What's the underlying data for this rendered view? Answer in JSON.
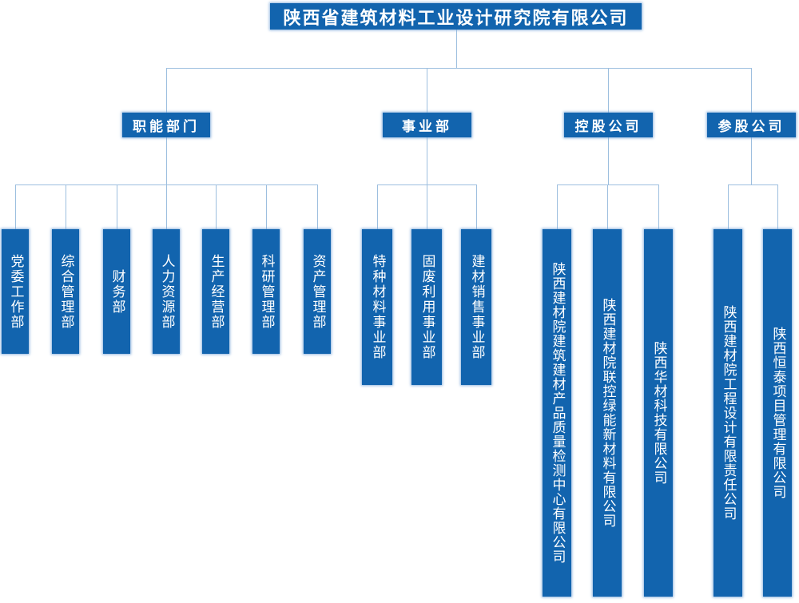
{
  "org": {
    "root": {
      "label": "陕西省建筑材料工业设计研究院有限公司"
    },
    "groups": [
      {
        "label": "职能部门",
        "children": [
          {
            "label": "党委工作部"
          },
          {
            "label": "综合管理部"
          },
          {
            "label": "财务部"
          },
          {
            "label": "人力资源部"
          },
          {
            "label": "生产经营部"
          },
          {
            "label": "科研管理部"
          },
          {
            "label": "资产管理部"
          }
        ]
      },
      {
        "label": "事业部",
        "children": [
          {
            "label": "特种材料事业部"
          },
          {
            "label": "固废利用事业部"
          },
          {
            "label": "建材销售事业部"
          }
        ]
      },
      {
        "label": "控股公司",
        "children": [
          {
            "label": "陕西建材院建筑建材产品质量检测中心有限公司"
          },
          {
            "label": "陕西建材院联控绿能新材料有限公司"
          },
          {
            "label": "陕西华材科技有限公司"
          }
        ]
      },
      {
        "label": "参股公司",
        "children": [
          {
            "label": "陕西建材院工程设计有限责任公司"
          },
          {
            "label": "陕西恒泰项目管理有限公司"
          }
        ]
      }
    ],
    "colors": {
      "box_fill": "#1264AE",
      "box_text": "#FFFFFF",
      "connector": "#9DBFDF",
      "background": "#FFFFFF"
    }
  }
}
